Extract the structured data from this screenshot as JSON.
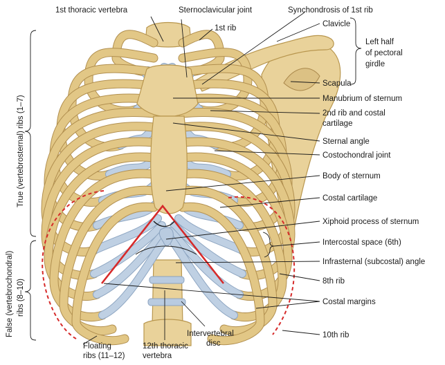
{
  "labels": {
    "first_thoracic_vertebra": "1st thoracic vertebra",
    "sternoclavicular_joint": "Sternoclavicular joint",
    "synchondrosis_first_rib": "Synchondrosis of 1st rib",
    "first_rib": "1st rib",
    "clavicle": "Clavicle",
    "pectoral_girdle_line1": "Left half",
    "pectoral_girdle_line2": "of pectoral",
    "pectoral_girdle_line3": "girdle",
    "scapula": "Scapula",
    "manubrium": "Manubrium of sternum",
    "second_rib_line1": "2nd rib and costal",
    "second_rib_line2": "cartilage",
    "sternal_angle": "Sternal angle",
    "costochondral_joint": "Costochondral joint",
    "body_of_sternum": "Body of sternum",
    "costal_cartilage": "Costal cartilage",
    "xiphoid_process": "Xiphoid process of sternum",
    "intercostal_space": "Intercostal space (6th)",
    "infrasternal_angle": "Infrasternal (subcostal) angle",
    "eighth_rib": "8th rib",
    "costal_margins": "Costal margins",
    "tenth_rib": "10th rib",
    "floating_ribs_line1": "Floating",
    "floating_ribs_line2": "ribs (11–12)",
    "twelfth_thoracic_line1": "12th thoracic",
    "twelfth_thoracic_line2": "vertebra",
    "intervertebral_line1": "Intervertebral",
    "intervertebral_line2": "disc",
    "true_ribs": "True (vertebrosternal) ribs (1–7)",
    "false_ribs_line1": "False (vertebrochondral)",
    "false_ribs_line2": "ribs (8–10)"
  },
  "colors": {
    "bone": "#e9d29a",
    "cartilage": "#b9cbe0",
    "angle_line": "#d62a2a",
    "dashed_circle": "#d62a2a"
  }
}
